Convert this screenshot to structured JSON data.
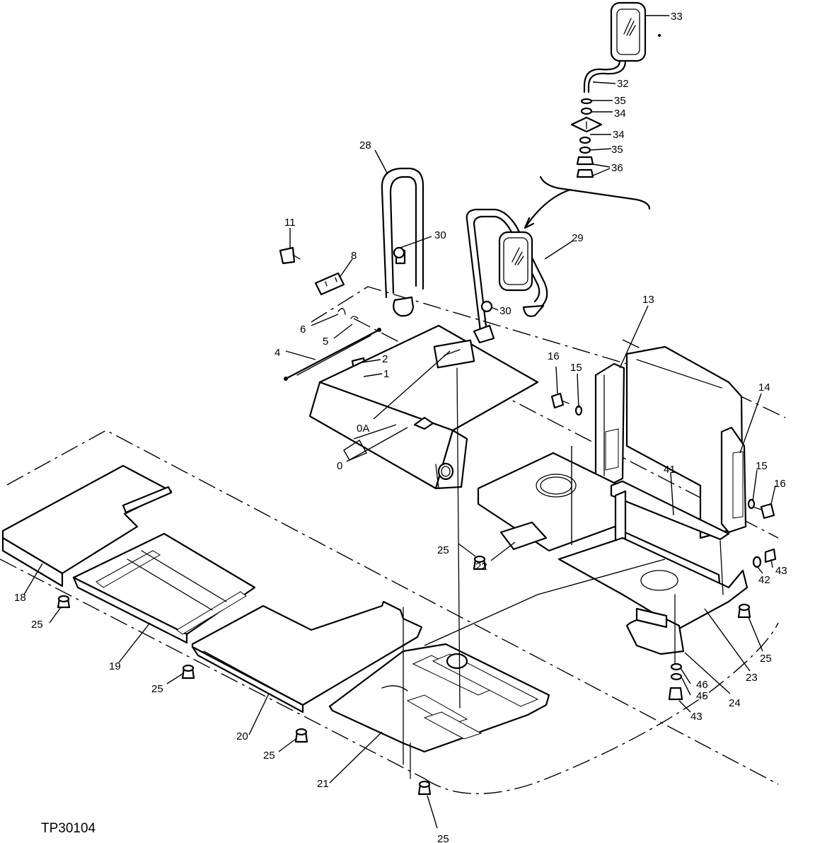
{
  "figure_id": "TP30104",
  "callouts": [
    "33",
    "32",
    "35",
    "34",
    "34",
    "35",
    "36",
    "28",
    "30",
    "29",
    "11",
    "8",
    "6",
    "5",
    "4",
    "2",
    "1",
    "0A",
    "0",
    "30",
    "13",
    "16",
    "15",
    "14",
    "15",
    "16",
    "41",
    "25",
    "22",
    "42",
    "43",
    "18",
    "25",
    "19",
    "25",
    "20",
    "25",
    "21",
    "23",
    "25",
    "46",
    "45",
    "24",
    "43",
    "25"
  ]
}
